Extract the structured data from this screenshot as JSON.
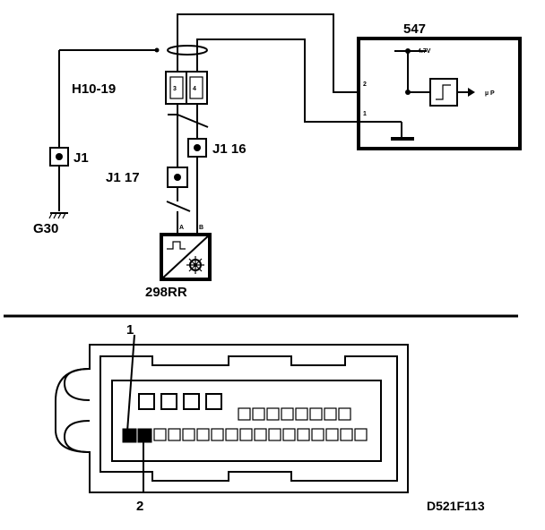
{
  "diagram_id": "D521F113",
  "components": {
    "ecu": {
      "label": "547",
      "voltage": "4.7V",
      "pin_signal": "2",
      "pin_ground": "1",
      "output": "µ P"
    },
    "connector_h": {
      "label": "H10-19",
      "pin_left": "3",
      "pin_right": "4"
    },
    "sensor": {
      "label": "298RR",
      "pin_a": "A",
      "pin_b": "B"
    },
    "ground": {
      "label": "G30"
    },
    "junction_left": {
      "label": "J1"
    },
    "junction_16": {
      "label": "J1  16"
    },
    "junction_17": {
      "label": "J1  17"
    }
  },
  "connector_view": {
    "pin_callout_1": "1",
    "pin_callout_2": "2"
  }
}
